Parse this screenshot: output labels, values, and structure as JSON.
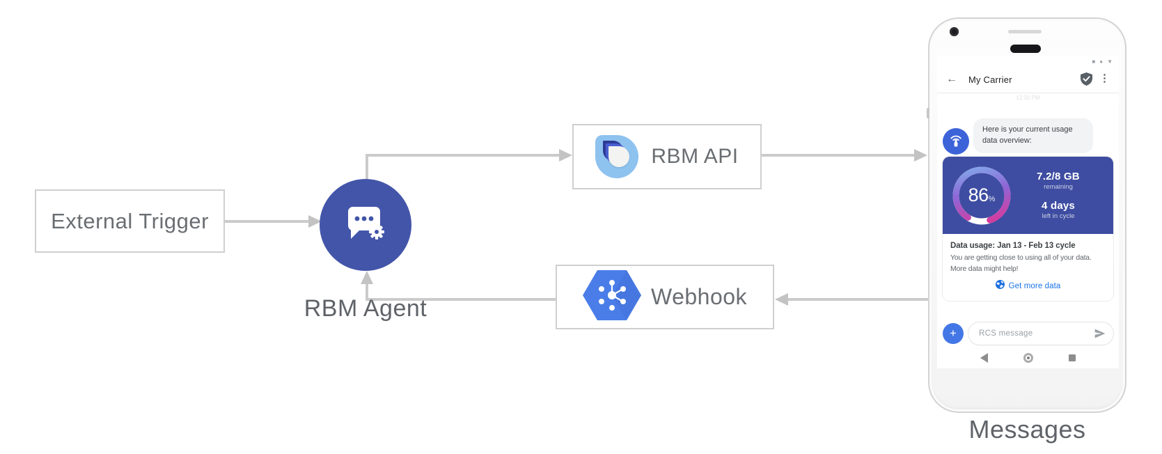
{
  "diagram": {
    "external_trigger_label": "External Trigger",
    "rbm_agent_label": "RBM Agent",
    "rbm_api_label": "RBM API",
    "webhook_label": "Webhook",
    "device_label": "Messages"
  },
  "phone": {
    "status_icons": {
      "square": "■",
      "dot": "●",
      "triangle": "▼"
    },
    "header": {
      "back_glyph": "←",
      "title": "My Carrier",
      "menu_glyph": "⋮"
    },
    "timestamp": "12:30 PM",
    "chat": {
      "bubble_text": "Here is your current usage data overview:"
    },
    "usage_card": {
      "gauge_value": "86",
      "gauge_unit": "%",
      "remaining_value": "7.2/8 GB",
      "remaining_label": "remaining",
      "days_value": "4 days",
      "days_label": "left in cycle",
      "title": "Data usage: Jan 13 - Feb 13 cycle",
      "body_line1": "You are getting close to using all of your data.",
      "body_line2": "More data might help!",
      "action_label": "Get more data"
    },
    "composer": {
      "plus_glyph": "+",
      "placeholder": "RCS message"
    }
  },
  "colors": {
    "agent_indigo": "#4355a9",
    "card_blue": "#3e4da1",
    "link_blue": "#1a73e8",
    "arrow_gray": "#cbcbcb",
    "gauge_start": "#7fb5ee",
    "gauge_mid": "#8f65d6",
    "gauge_end": "#ea2f8d"
  }
}
